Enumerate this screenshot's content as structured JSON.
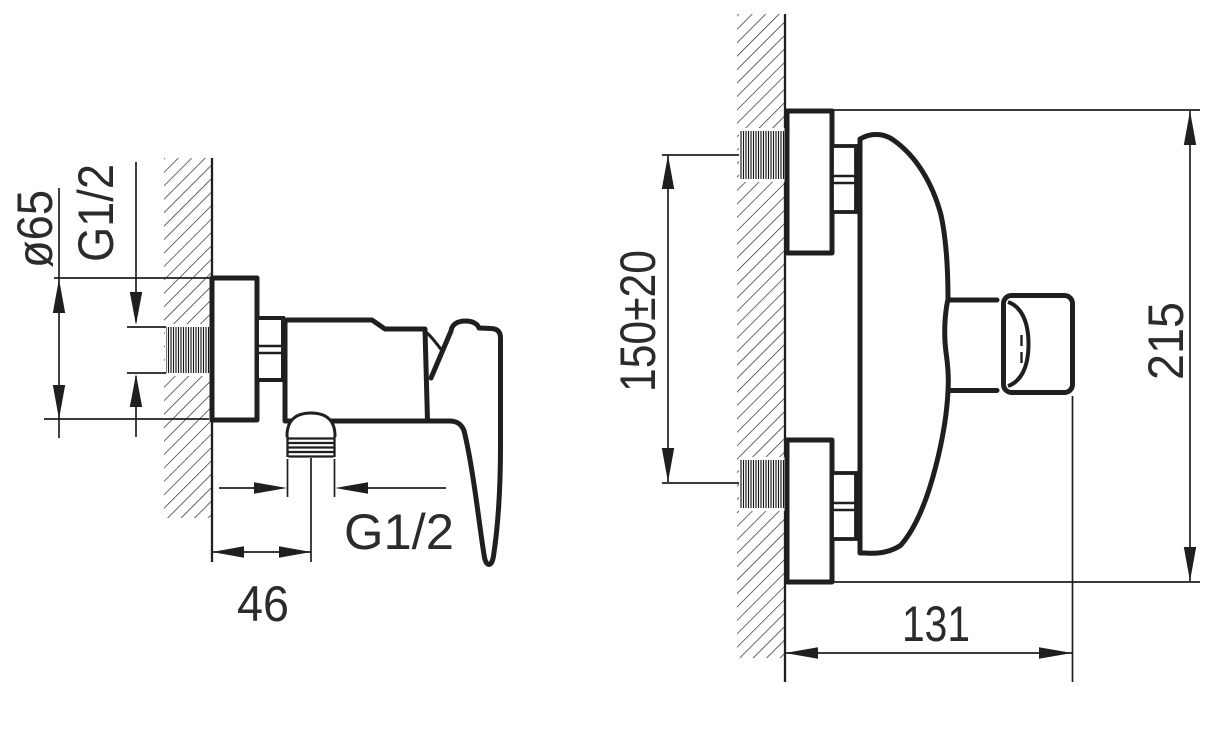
{
  "drawing": {
    "background_color": "#ffffff",
    "line_color": "#1f1f1f",
    "text_color": "#2b2b2b",
    "left_view": {
      "flange_diameter_label": "ø65",
      "inlet_thread_label": "G1/2",
      "outlet_offset_label": "46",
      "outlet_thread_label": "G1/2"
    },
    "right_view": {
      "inlet_spacing_label": "150±20",
      "overall_height_label": "215",
      "overall_width_label": "131"
    }
  }
}
